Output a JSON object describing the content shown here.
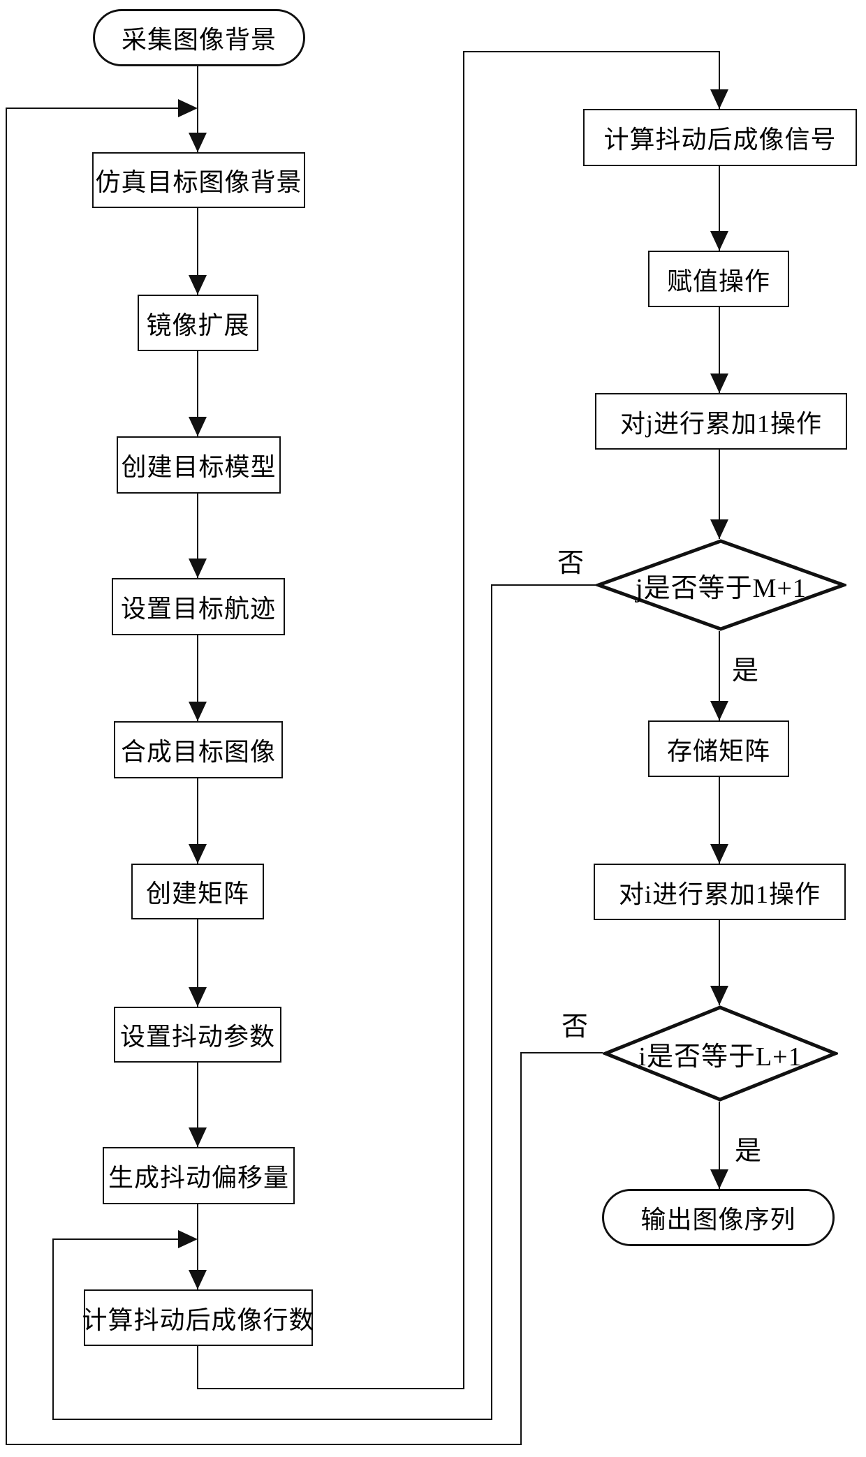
{
  "diagram": {
    "background_color": "#ffffff",
    "line_color": "#111111"
  },
  "nodes": {
    "start": {
      "label": "采集图像背景",
      "type": "terminal"
    },
    "sim_bg": {
      "label": "仿真目标图像背景",
      "type": "process"
    },
    "mirror": {
      "label": "镜像扩展",
      "type": "process"
    },
    "create_model": {
      "label": "创建目标模型",
      "type": "process"
    },
    "set_track": {
      "label": "设置目标航迹",
      "type": "process"
    },
    "synth_image": {
      "label": "合成目标图像",
      "type": "process"
    },
    "create_matrix": {
      "label": "创建矩阵",
      "type": "process"
    },
    "set_jitter": {
      "label": "设置抖动参数",
      "type": "process"
    },
    "gen_offset": {
      "label": "生成抖动偏移量",
      "type": "process"
    },
    "calc_rows": {
      "label": "计算抖动后成像行数",
      "type": "process"
    },
    "calc_signal": {
      "label": "计算抖动后成像信号",
      "type": "process"
    },
    "assign": {
      "label": "赋值操作",
      "type": "process"
    },
    "inc_j": {
      "label": "对j进行累加1操作",
      "type": "process"
    },
    "j_check": {
      "label": "j是否等于M+1",
      "type": "decision"
    },
    "store_matrix": {
      "label": "存储矩阵",
      "type": "process"
    },
    "inc_i": {
      "label": "对i进行累加1操作",
      "type": "process"
    },
    "i_check": {
      "label": "i是否等于L+1",
      "type": "decision"
    },
    "output": {
      "label": "输出图像序列",
      "type": "terminal"
    }
  },
  "edge_labels": {
    "j_no": "否",
    "j_yes": "是",
    "i_no": "否",
    "i_yes": "是"
  }
}
